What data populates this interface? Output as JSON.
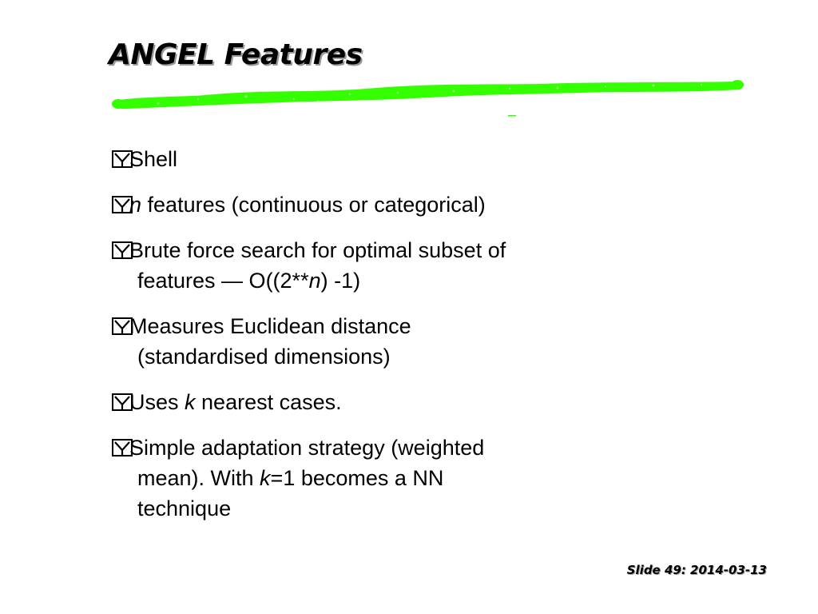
{
  "slide": {
    "title": "ANGEL Features",
    "accent_color": "#33ff00",
    "bullet_icon": "checkbox-icon",
    "bullets": [
      {
        "parts": [
          {
            "text": "Shell"
          }
        ]
      },
      {
        "parts": [
          {
            "text": "n",
            "italic": true
          },
          {
            "text": " features (continuous or categorical)"
          }
        ]
      },
      {
        "parts": [
          {
            "text": "Brute force search for optimal subset of features — O((2**"
          },
          {
            "text": "n",
            "italic": true
          },
          {
            "text": ") -1)"
          }
        ]
      },
      {
        "parts": [
          {
            "text": "Measures Euclidean distance (standardised dimensions)"
          }
        ]
      },
      {
        "parts": [
          {
            "text": "Uses "
          },
          {
            "text": "k",
            "italic": true
          },
          {
            "text": " nearest cases."
          }
        ]
      },
      {
        "parts": [
          {
            "text": "Simple adaptation strategy (weighted mean).  With "
          },
          {
            "text": "k",
            "italic": true
          },
          {
            "text": "=1 becomes a NN technique"
          }
        ]
      }
    ],
    "footer": "Slide 49: 2014-03-13"
  }
}
